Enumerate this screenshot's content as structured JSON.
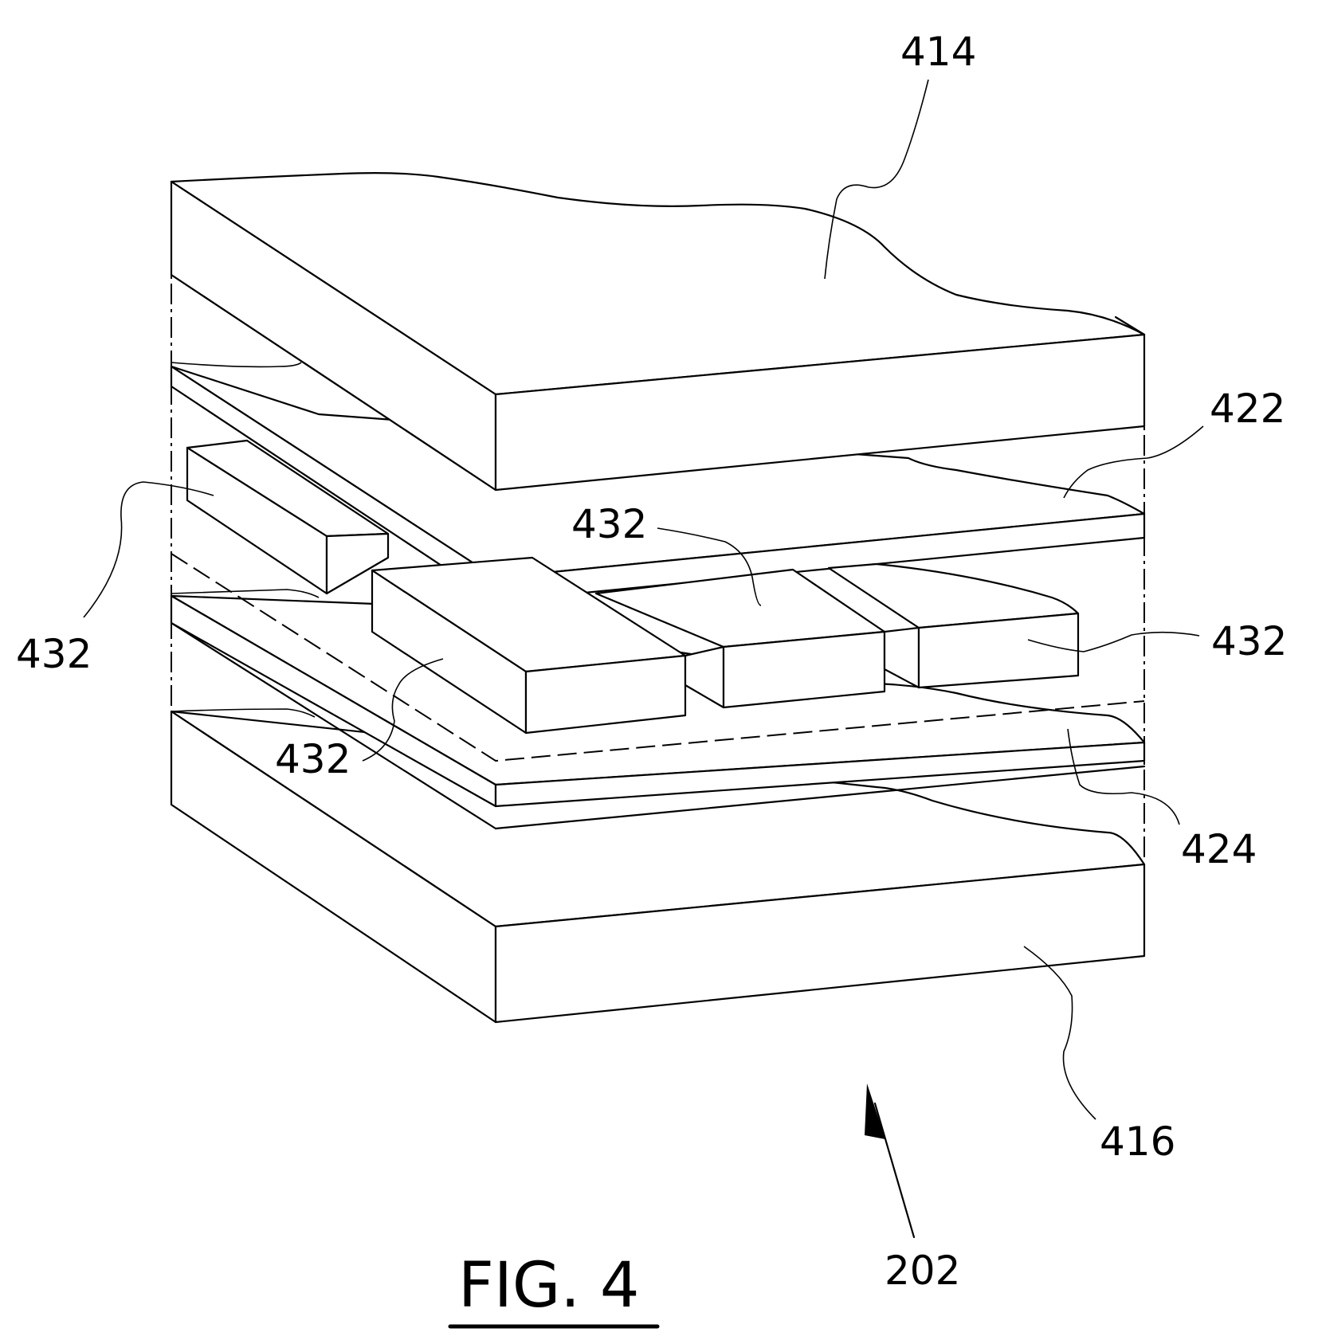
{
  "figure": {
    "caption": "FIG. 4",
    "labels": {
      "top_cover": "414",
      "upper_sheet": "422",
      "lower_sheet": "424",
      "bottom_base": "416",
      "assembly": "202",
      "bar_left_rear": "432",
      "bar_left_front": "432",
      "bar_center": "432",
      "bar_right": "432"
    }
  }
}
